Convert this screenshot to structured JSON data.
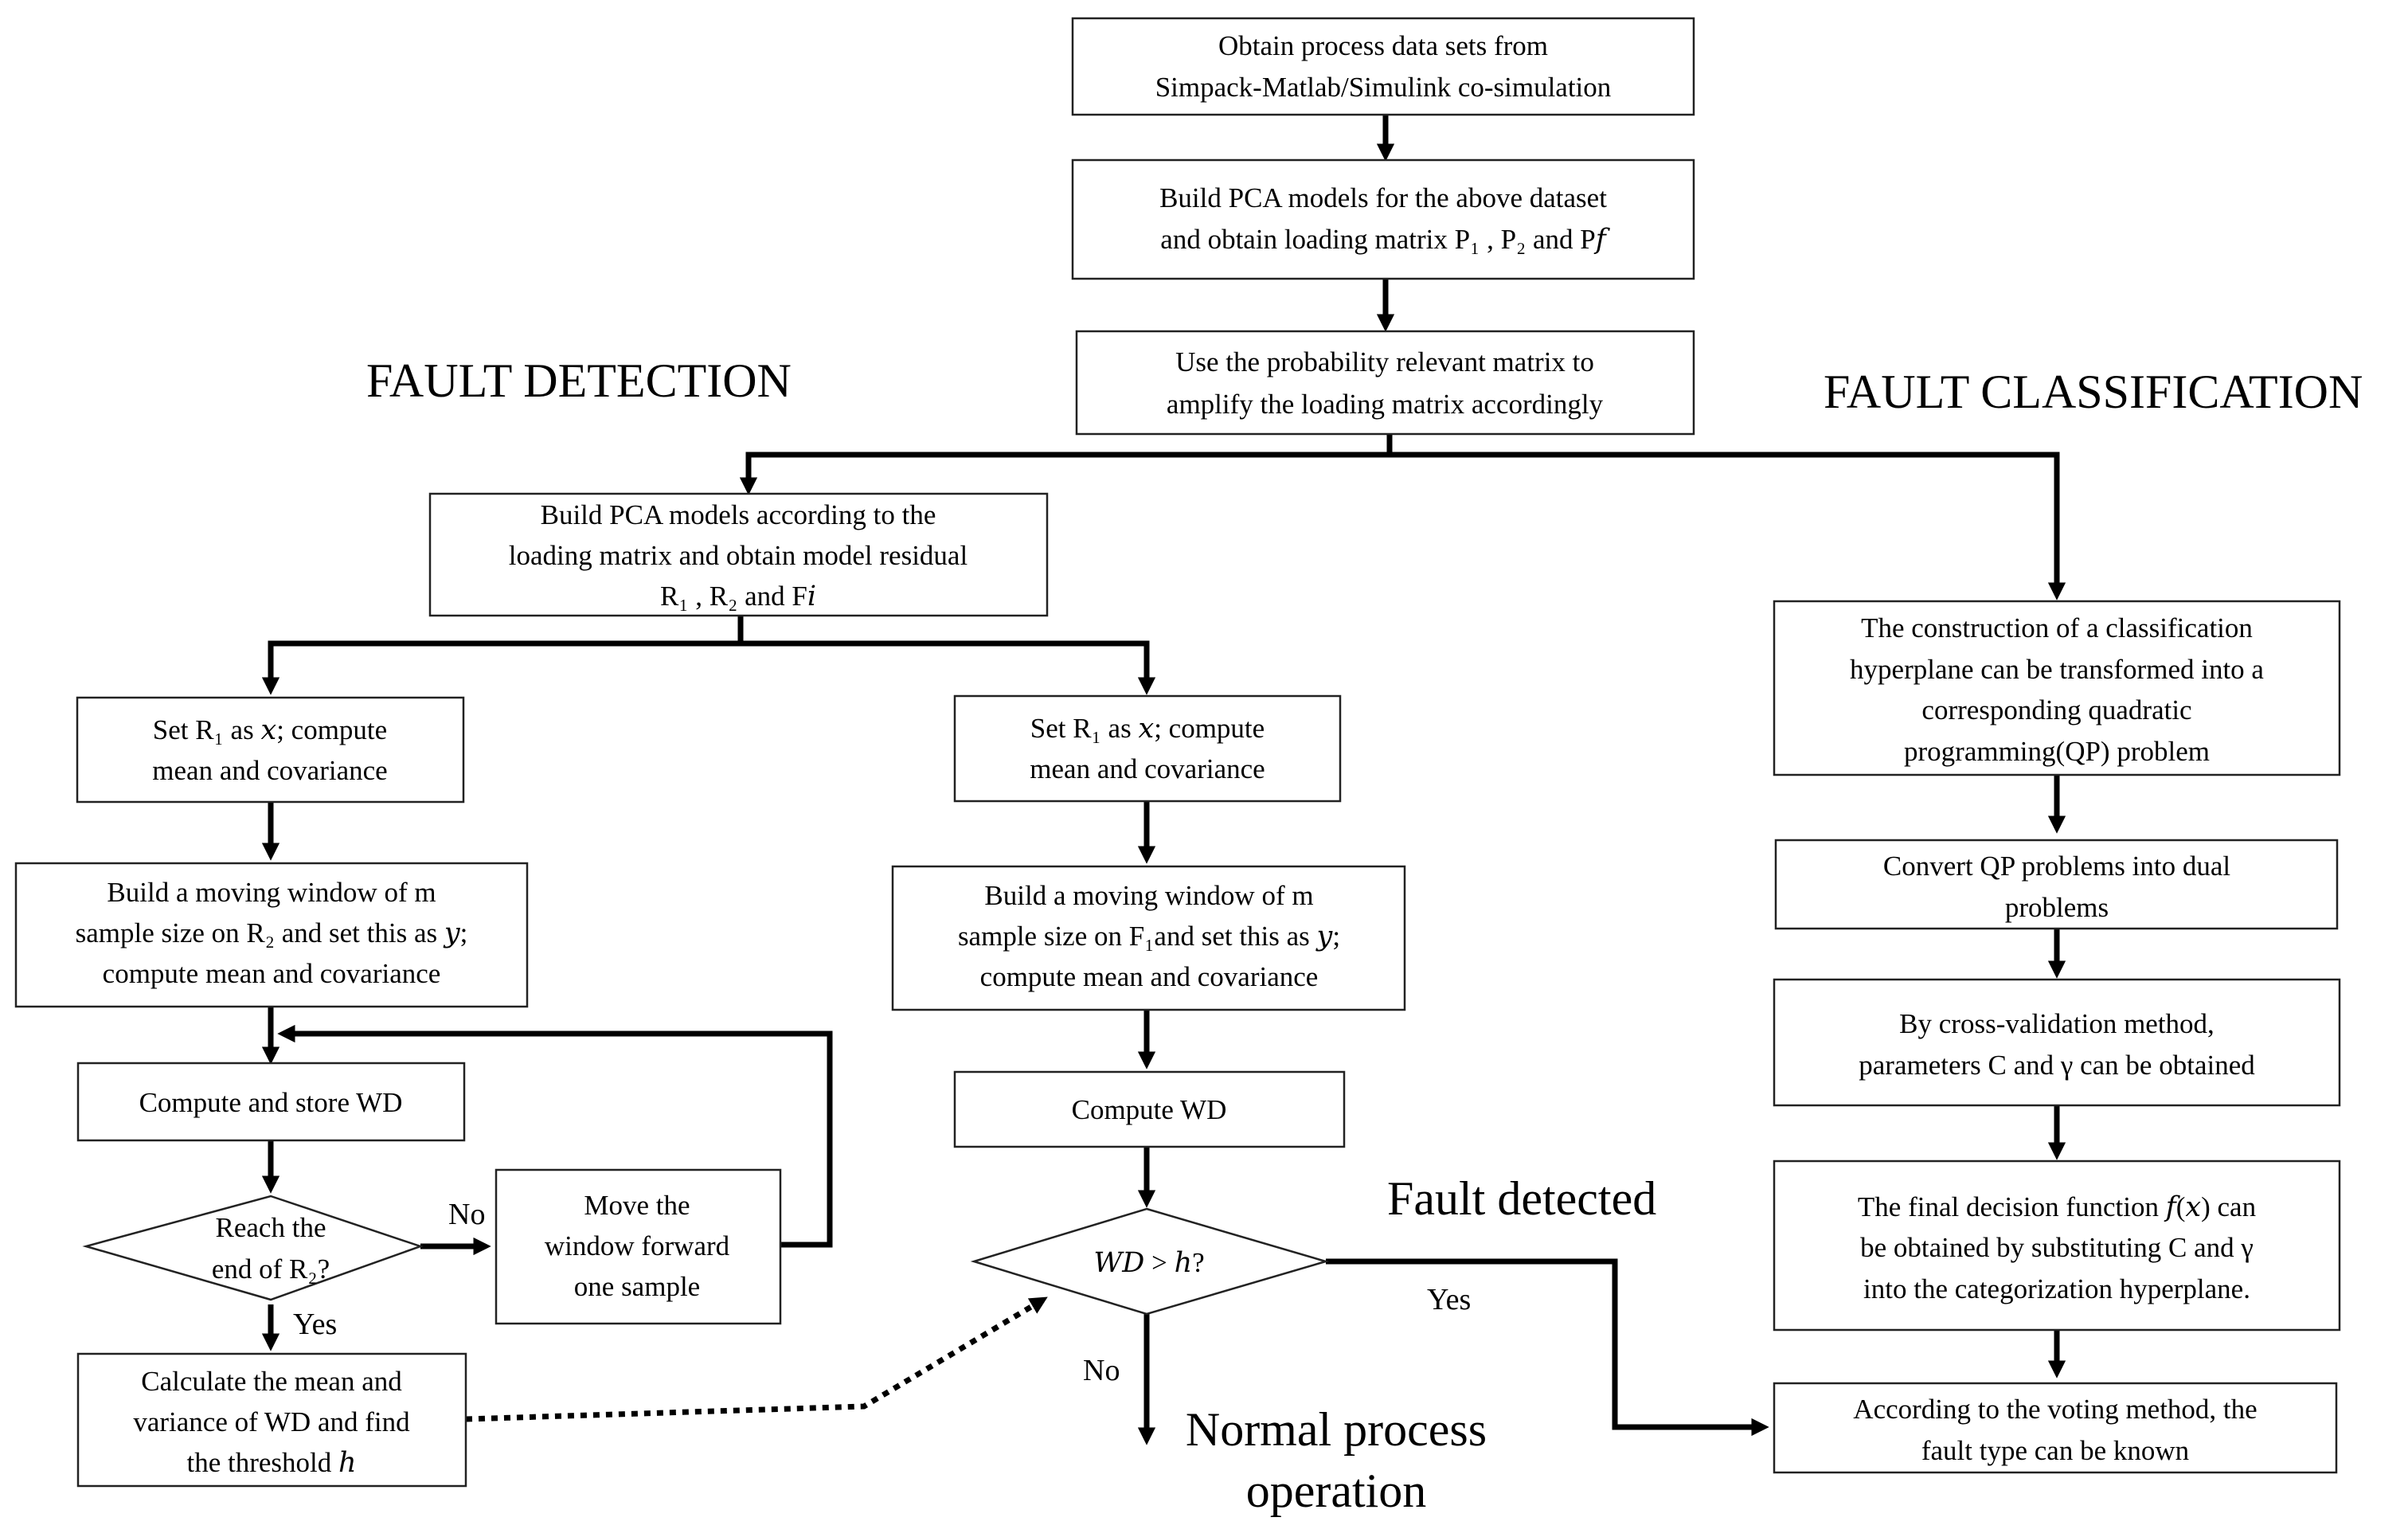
{
  "headings": {
    "left": "FAULT DETECTION",
    "right": "FAULT CLASSIFICATION"
  },
  "nodes": {
    "n1": [
      "Obtain process data sets from",
      "Simpack-Matlab/Simulink co-simulation"
    ],
    "n2": [
      "Build PCA models for the above dataset",
      "and obtain loading matrix  P₁ , P₂ and  P𝑓"
    ],
    "n3": [
      "Use the probability relevant matrix to",
      "amplify the loading matrix accordingly"
    ],
    "n4": [
      "Build PCA models according to the",
      "loading matrix and obtain model residual",
      "R₁ , R₂ and  F𝑖"
    ],
    "l1": [
      "Set R₁ as 𝑥; compute",
      "mean and covariance"
    ],
    "l2": [
      "Build a moving window of m",
      "sample size on R₂ and set this as 𝑦;",
      "compute mean and covariance"
    ],
    "l3": [
      "Compute and store WD"
    ],
    "l4": [
      "Reach the",
      "end of R₂?"
    ],
    "l5": [
      "Move the",
      "window forward",
      "one sample"
    ],
    "l6": [
      "Calculate the mean and",
      "variance of WD and find",
      "the threshold ℎ"
    ],
    "m1": [
      "Set  R₁ as 𝑥; compute",
      "mean and covariance"
    ],
    "m2": [
      "Build a moving window of m",
      "sample size on F₁and set this as 𝑦;",
      "compute mean and covariance"
    ],
    "m3": [
      "Compute WD"
    ],
    "m4": [
      "𝑊𝐷 > ℎ?"
    ],
    "r1": [
      "The construction of a classification",
      "hyperplane can be transformed into a",
      "corresponding quadratic",
      "programming(QP) problem"
    ],
    "r2": [
      "Convert QP problems into dual",
      "problems"
    ],
    "r3": [
      "By cross-validation method,",
      "parameters C and γ can be obtained"
    ],
    "r4": [
      "The final decision function 𝑓(𝑥) can",
      "be obtained by substituting C and γ",
      "into the categorization hyperplane."
    ],
    "r5": [
      "According to the voting method, the",
      "fault type can be known"
    ]
  },
  "edge_labels": {
    "no_left": "No",
    "yes_left": "Yes",
    "yes_mid": "Yes",
    "no_mid": "No",
    "fault_detected": "Fault detected",
    "normal_line1": "Normal process",
    "normal_line2": "operation"
  }
}
